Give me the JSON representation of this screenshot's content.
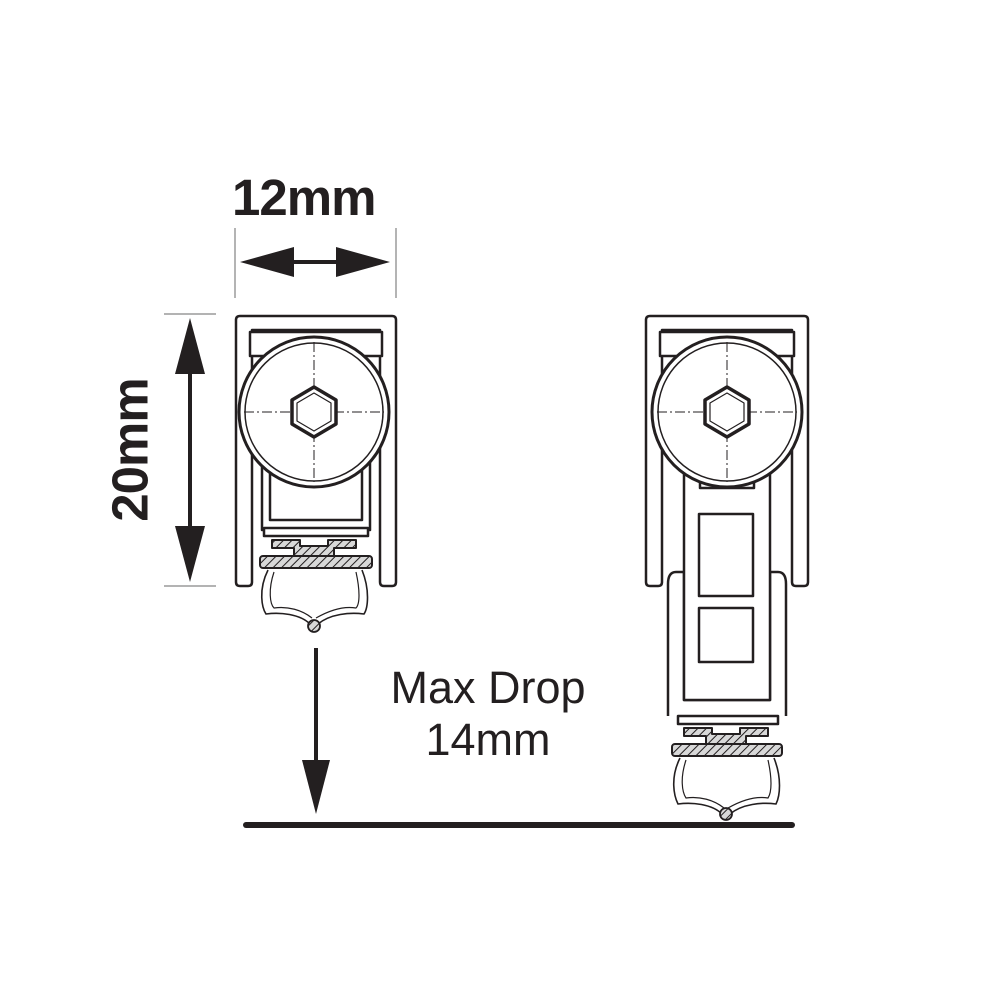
{
  "dimensions": {
    "width_label": "12mm",
    "height_label": "20mm"
  },
  "drop": {
    "title": "Max Drop",
    "value": "14mm"
  },
  "colors": {
    "ink": "#231f20",
    "light": "#ffffff",
    "dimension_line": "#9a9a9a",
    "hatch_fill": "#8a8a8a"
  }
}
